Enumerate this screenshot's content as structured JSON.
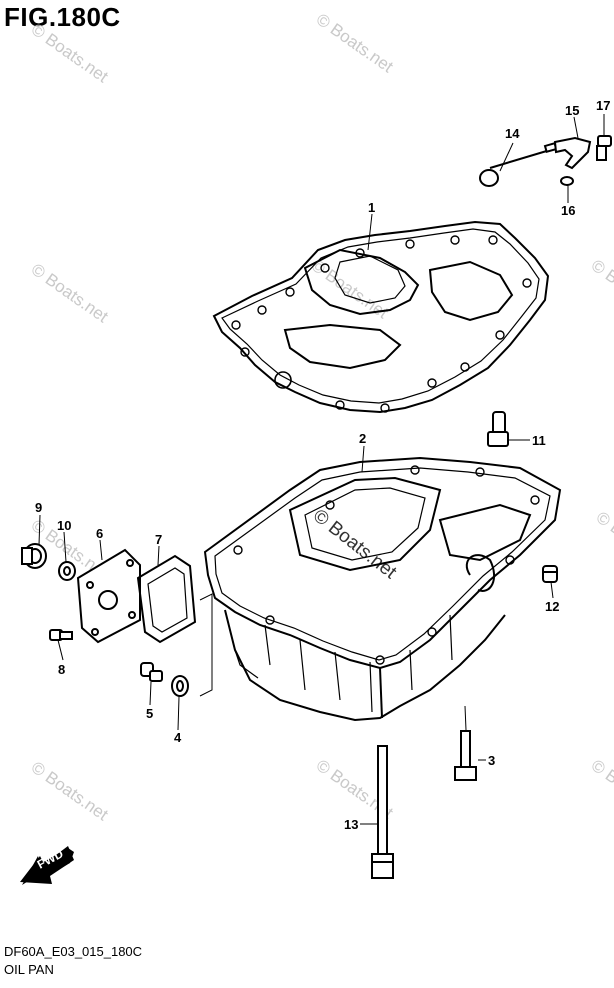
{
  "figure": {
    "title": "FIG.180C",
    "code": "DF60A_E03_015_180C",
    "name": "OIL PAN"
  },
  "callouts": [
    {
      "id": "1",
      "label": "1"
    },
    {
      "id": "2",
      "label": "2"
    },
    {
      "id": "3",
      "label": "3"
    },
    {
      "id": "4",
      "label": "4"
    },
    {
      "id": "5",
      "label": "5"
    },
    {
      "id": "6",
      "label": "6"
    },
    {
      "id": "7",
      "label": "7"
    },
    {
      "id": "8",
      "label": "8"
    },
    {
      "id": "9",
      "label": "9"
    },
    {
      "id": "10",
      "label": "10"
    },
    {
      "id": "11",
      "label": "11"
    },
    {
      "id": "12",
      "label": "12"
    },
    {
      "id": "13",
      "label": "13"
    },
    {
      "id": "14",
      "label": "14"
    },
    {
      "id": "15",
      "label": "15"
    },
    {
      "id": "16",
      "label": "16"
    },
    {
      "id": "17",
      "label": "17"
    }
  ],
  "watermark": "© Boats.net",
  "fwd_label": "FWD"
}
